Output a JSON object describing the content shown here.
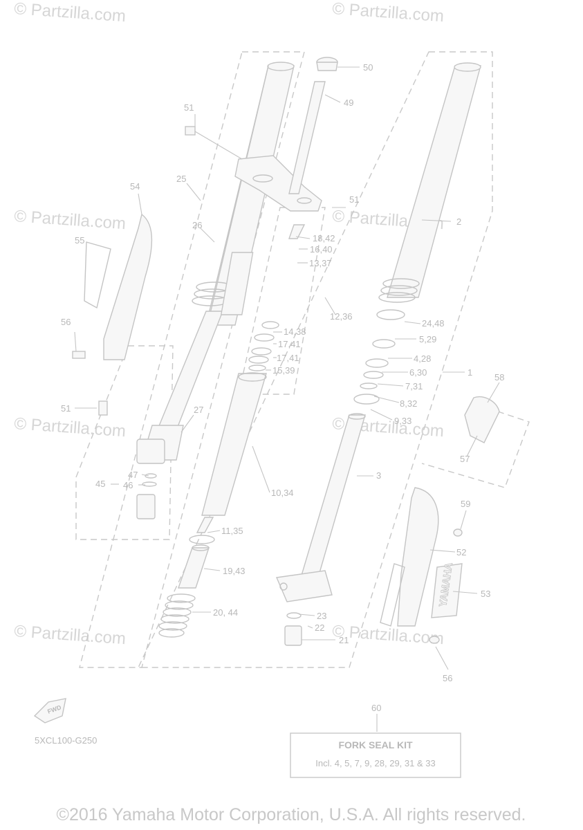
{
  "watermark": "© Partzilla.com",
  "diagram_code": "5XCL100-G250",
  "fwd_label": "FWD",
  "part_labels": {
    "p1": "1",
    "p2": "2",
    "p3": "3",
    "p4_28": "4,28",
    "p5_29": "5,29",
    "p6_30": "6,30",
    "p7_31": "7,31",
    "p8_32": "8,32",
    "p9_33": "9,33",
    "p10_34": "10,34",
    "p11_35": "11,35",
    "p12_36": "12,36",
    "p13_37": "13,37",
    "p14_38": "14,38",
    "p15_39": "15,39",
    "p16_40": "16,40",
    "p17_41a": "17,41",
    "p17_41b": "17,41",
    "p18_42": "18,42",
    "p19_43": "19,43",
    "p20_44": "20, 44",
    "p21": "21",
    "p22": "22",
    "p23": "23",
    "p24_48": "24,48",
    "p25": "25",
    "p26": "26",
    "p27": "27",
    "p45": "45",
    "p46": "46",
    "p47": "47",
    "p49": "49",
    "p50": "50",
    "p51a": "51",
    "p51b": "51",
    "p51c": "51",
    "p52": "52",
    "p53": "53",
    "p54": "54",
    "p55": "55",
    "p56a": "56",
    "p56b": "56",
    "p57": "57",
    "p58": "58",
    "p59": "59",
    "p60": "60"
  },
  "fork_seal_kit": {
    "title": "FORK SEAL KIT",
    "note": "Incl. 4, 5, 7, 9, 28, 29, 31 & 33"
  },
  "guard_brand": "YAMAHA",
  "copyright": "©2016 Yamaha Motor Corporation, U.S.A. All rights reserved."
}
